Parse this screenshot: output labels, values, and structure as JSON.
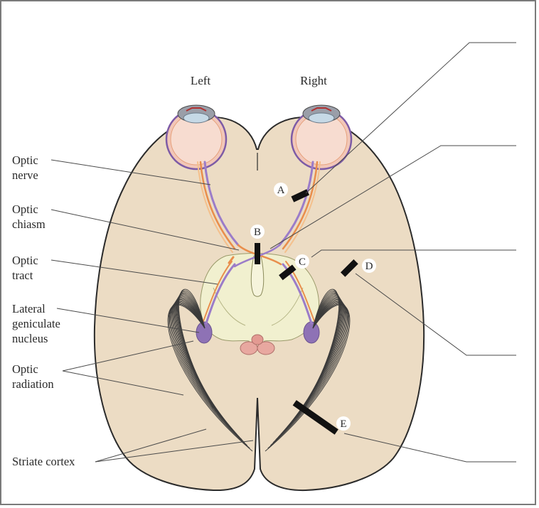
{
  "diagram": {
    "hemisphere_labels": {
      "left": "Left",
      "right": "Right"
    },
    "structure_labels": [
      {
        "id": "optic-nerve",
        "lines": [
          "Optic",
          "nerve"
        ]
      },
      {
        "id": "optic-chiasm",
        "lines": [
          "Optic",
          "chiasm"
        ]
      },
      {
        "id": "optic-tract",
        "lines": [
          "Optic",
          "tract"
        ]
      },
      {
        "id": "lgn",
        "lines": [
          "Lateral",
          "geniculate",
          "nucleus"
        ]
      },
      {
        "id": "optic-radiation",
        "lines": [
          "Optic",
          "radiation"
        ]
      },
      {
        "id": "striate-cortex",
        "lines": [
          "Striate cortex"
        ]
      }
    ],
    "lesion_markers": [
      "A",
      "B",
      "C",
      "D",
      "E"
    ],
    "colors": {
      "brain_fill": "#ecdcc4",
      "outline": "#2b2b2b",
      "inner_region": "#f1f0cf",
      "lgn": "#8e72b5",
      "fiber_purple": "#9b7cc9",
      "fiber_orange": "#e98e4c",
      "lesion_bar": "#111111",
      "frame_border": "#7a7a7a"
    }
  }
}
